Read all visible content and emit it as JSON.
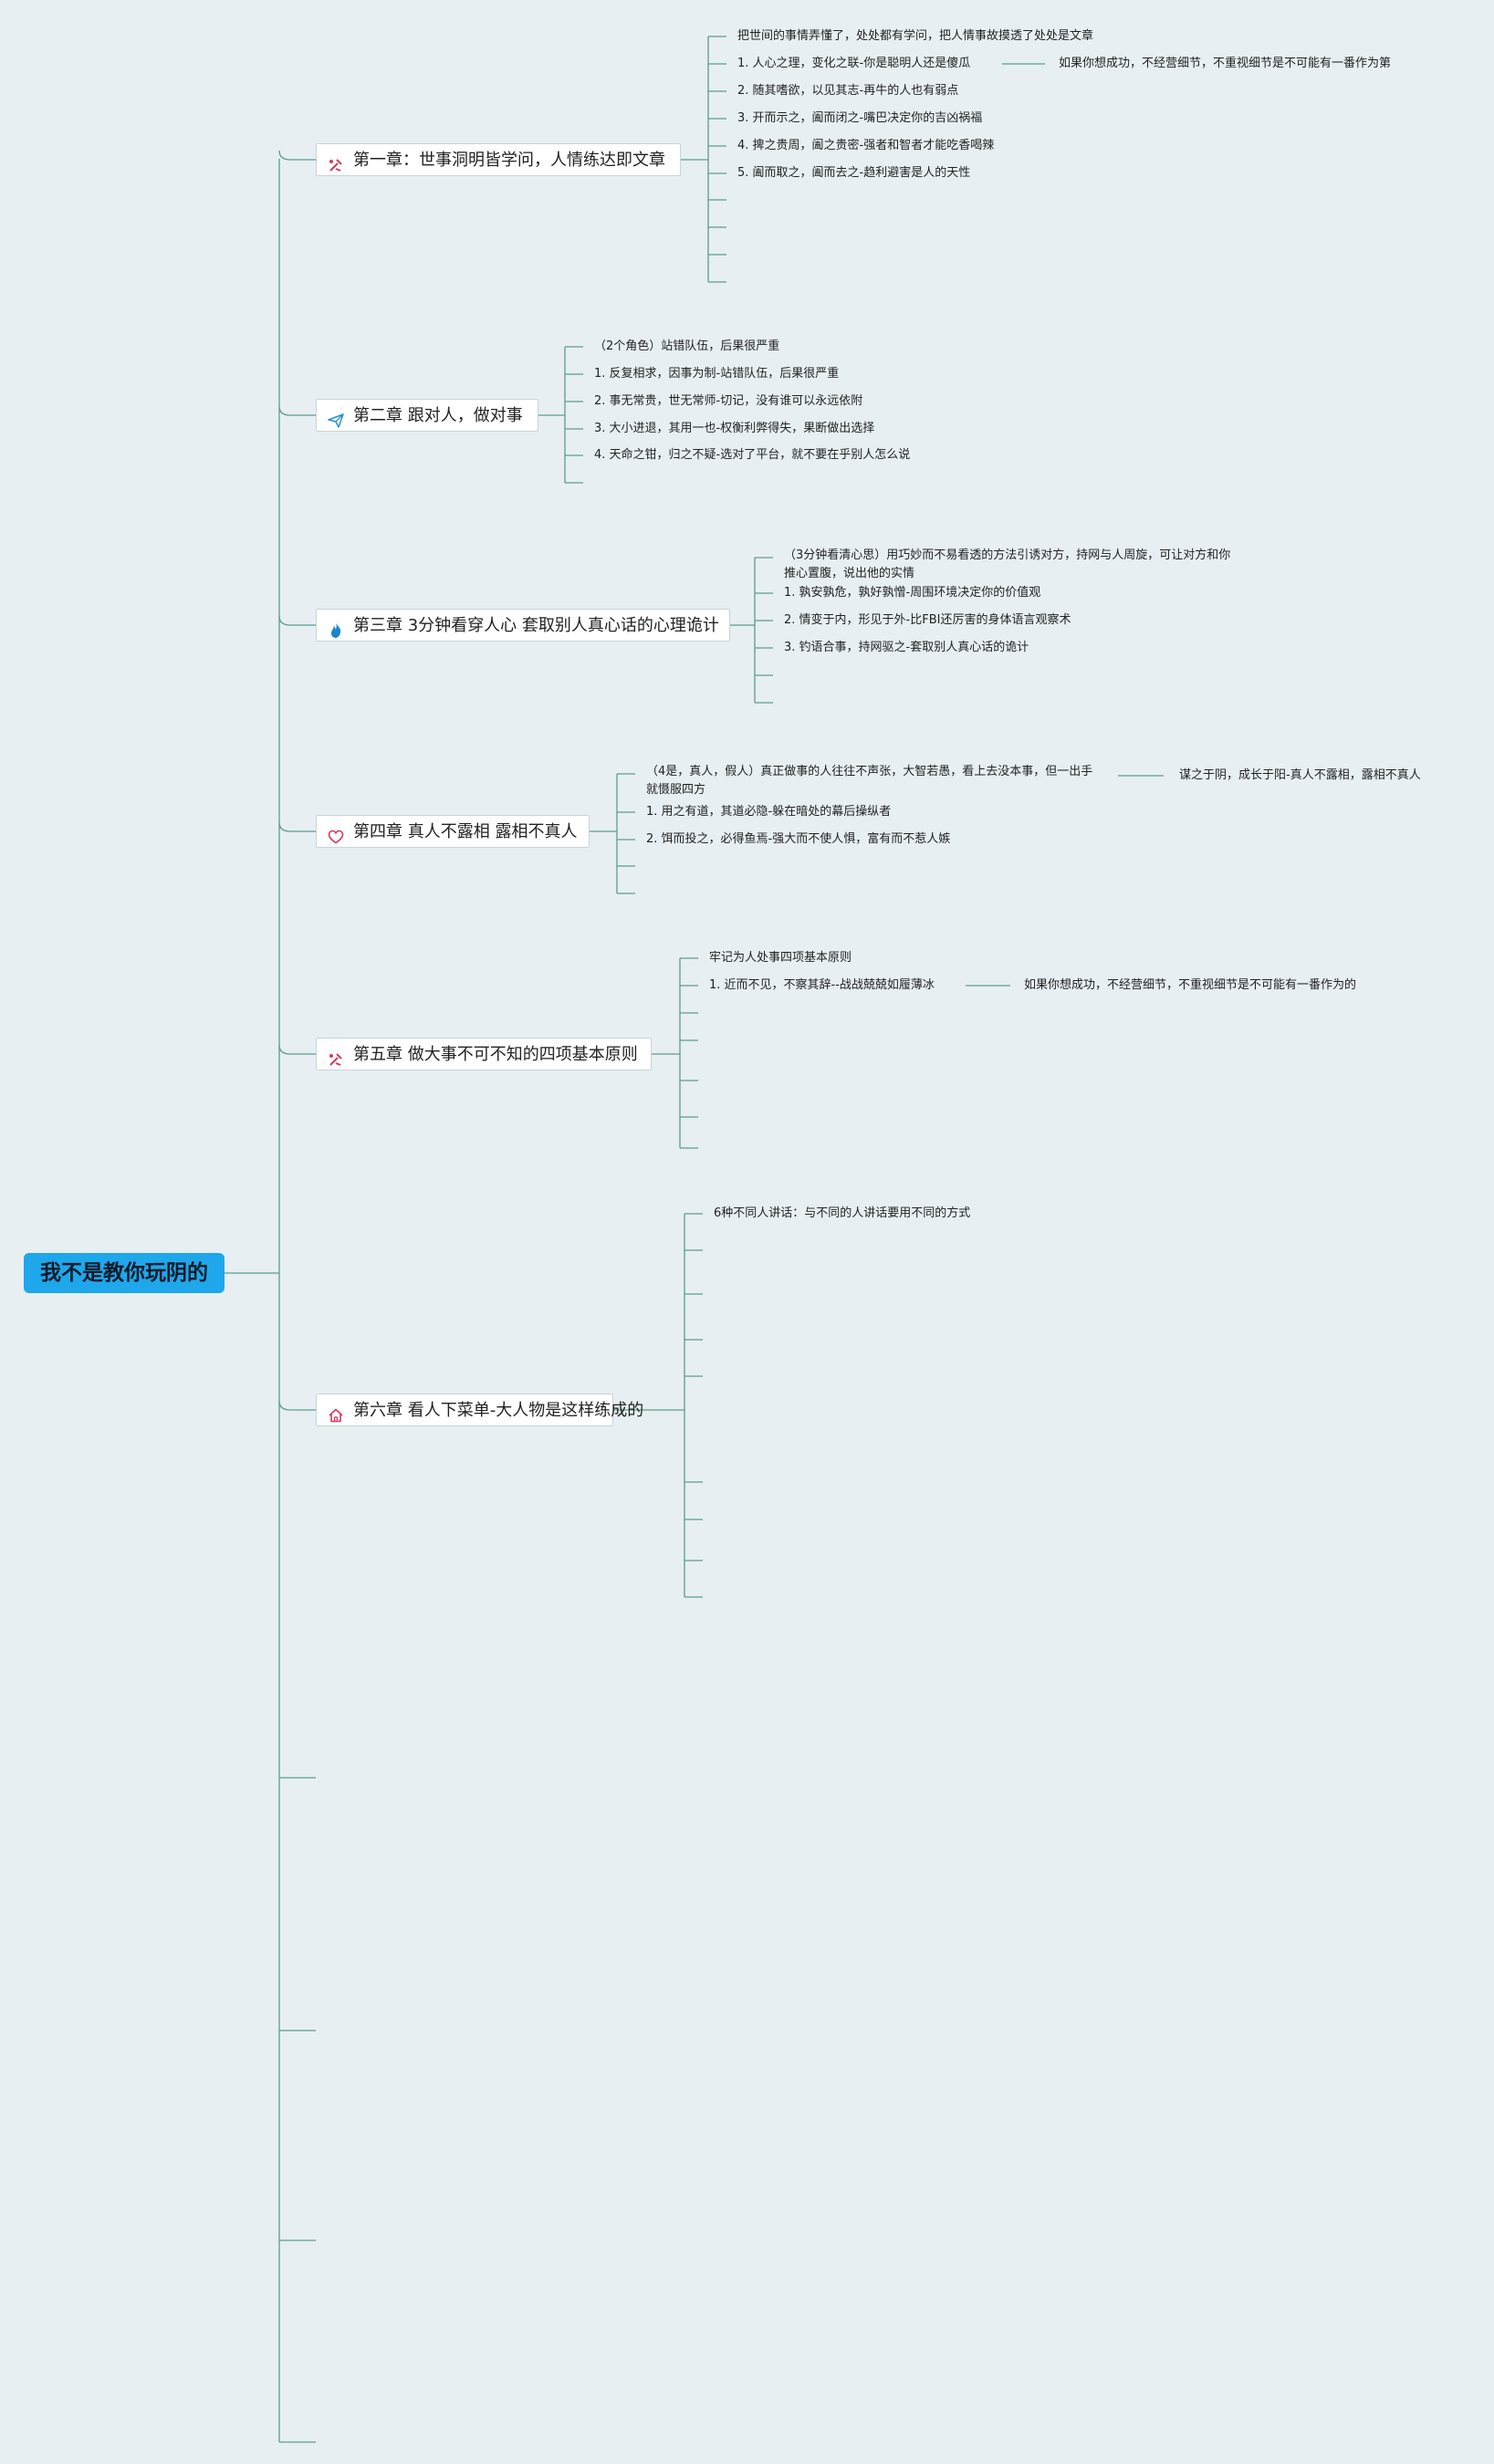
{
  "root": {
    "label": "我不是教你玩阴的",
    "color": "#1ea7ea"
  },
  "colors": {
    "line": "#5c9d86",
    "background": "#e7eff3"
  },
  "chapters": [
    {
      "label": "第一章：世事洞明皆学问，人情练达即文章",
      "icon": "tools-icon",
      "items": [
        "把世间的事情弄懂了，处处都有学问，把人情事故摸透了处处是文章",
        "1. 人心之理，变化之联-你是聪明人还是傻瓜",
        "2. 随其嗜欲，以见其志-再牛的人也有弱点",
        "3. 开而示之，阖而闭之-嘴巴决定你的吉凶祸福",
        "4. 捭之贵周，阖之贵密-强者和智者才能吃香喝辣",
        "5. 阖而取之，阖而去之-趋利避害是人的天性",
        "",
        "",
        "",
        ""
      ],
      "sub": "如果你想成功，不经营细节，不重视细节是不可能有一番作为第"
    },
    {
      "label": "第二章 跟对人，做对事",
      "icon": "paper-plane-icon",
      "items": [
        "（2个角色）站错队伍，后果很严重",
        "1. 反复相求，因事为制-站错队伍，后果很严重",
        "2. 事无常贵，世无常师-切记，没有谁可以永远依附",
        "3. 大小进退，其用一也-权衡利弊得失，果断做出选择",
        "4. 天命之钳，归之不疑-选对了平台，就不要在乎别人怎么说",
        ""
      ]
    },
    {
      "label": "第三章 3分钟看穿人心 套取别人真心话的心理诡计",
      "icon": "fire-icon",
      "items": [
        "（3分钟看清心思）用巧妙而不易看透的方法引诱对方，持网与人周旋，可让对方和你推心置腹，说出他的实情",
        "1. 孰安孰危，孰好孰憎-周围环境决定你的价值观",
        "2. 情变于内，形见于外-比FBI还厉害的身体语言观察术",
        "3. 钓语合事，持网驱之-套取别人真心话的诡计",
        "",
        ""
      ]
    },
    {
      "label": "第四章 真人不露相 露相不真人",
      "icon": "heart-icon",
      "items": [
        "（4是，真人，假人）真正做事的人往往不声张，大智若愚，看上去没本事，但一出手就慑服四方",
        "1. 用之有道，其道必隐-躲在暗处的幕后操纵者",
        "2. 饵而投之，必得鱼焉-强大而不使人惧，富有而不惹人嫉",
        "",
        ""
      ],
      "sub": "谋之于阴，成长于阳-真人不露相，露相不真人"
    },
    {
      "label": "第五章 做大事不可不知的四项基本原则",
      "icon": "tools-icon",
      "items": [
        "牢记为人处事四项基本原则",
        "1. 近而不见，不察其辞--战战兢兢如履薄冰",
        "",
        "",
        "",
        "",
        ""
      ],
      "sub": "如果你想成功，不经营细节，不重视细节是不可能有一番作为的"
    },
    {
      "label": "第六章 看人下菜单-大人物是这样练成的",
      "icon": "home-icon",
      "items": [
        "6种不同人讲话：与不同的人讲话要用不同的方式",
        "",
        "",
        "",
        "",
        "",
        "",
        "",
        ""
      ]
    }
  ]
}
